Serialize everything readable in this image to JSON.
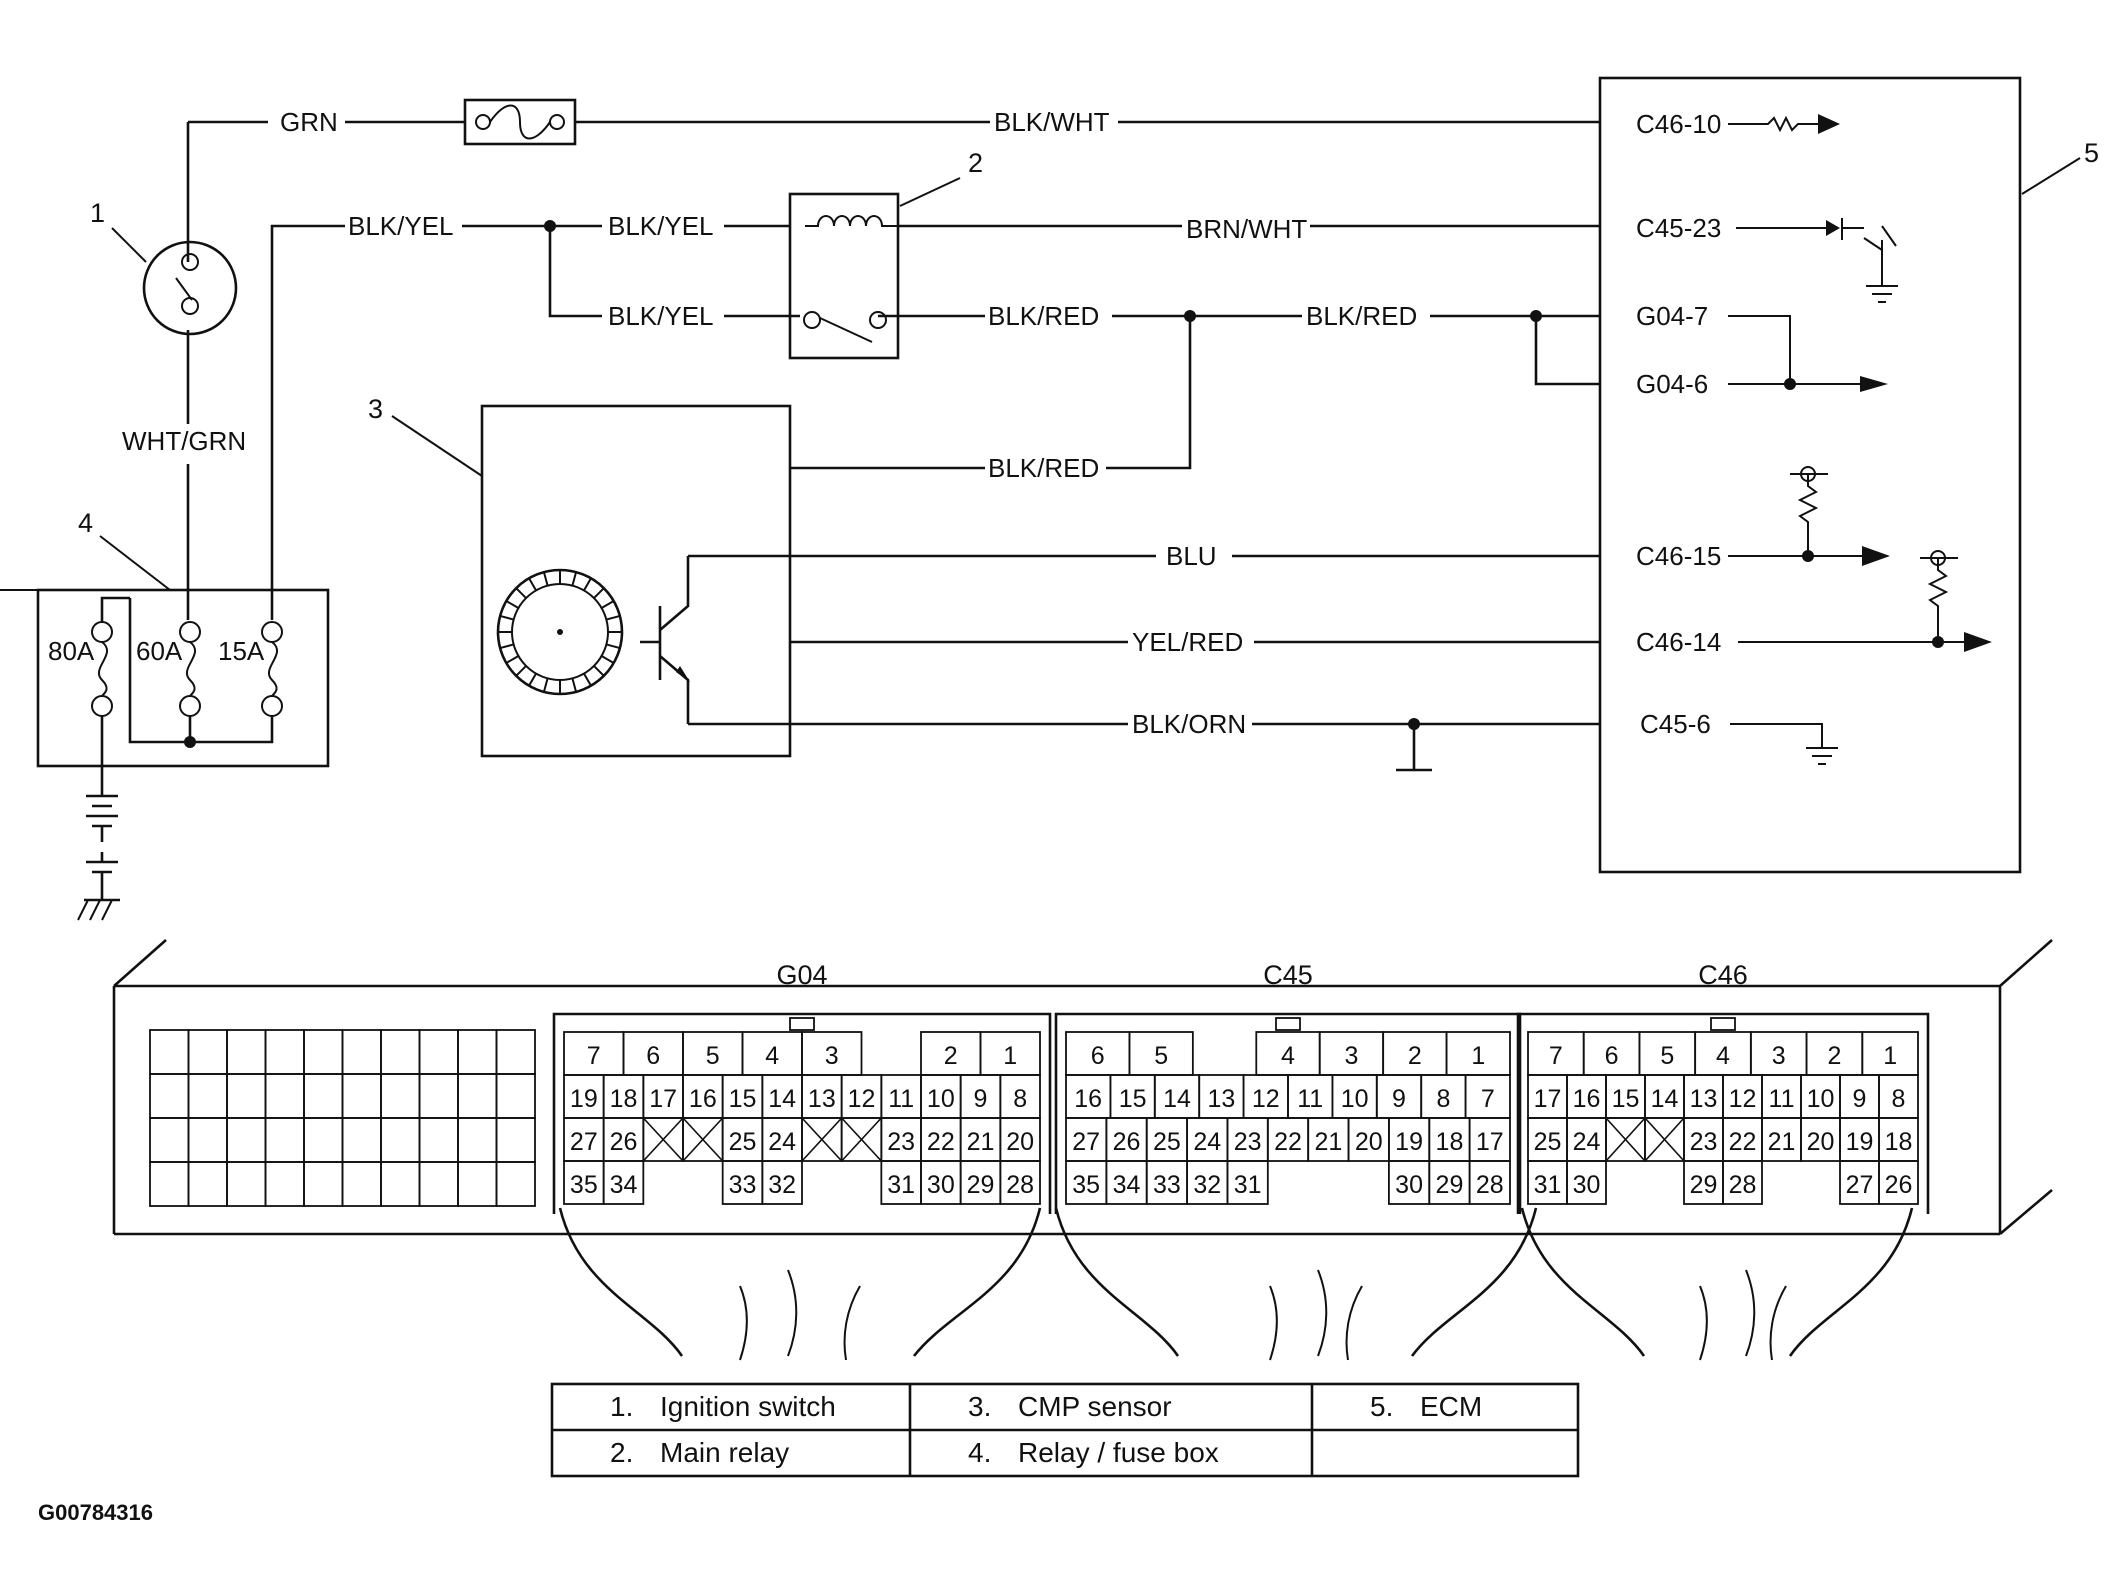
{
  "component_numbers": [
    "1",
    "2",
    "3",
    "4",
    "5"
  ],
  "wires": {
    "grn": "GRN",
    "blk_wht": "BLK/WHT",
    "blk_yel_1": "BLK/YEL",
    "blk_yel_2": "BLK/YEL",
    "blk_yel_3": "BLK/YEL",
    "brn_wht": "BRN/WHT",
    "blk_red_1": "BLK/RED",
    "blk_red_2": "BLK/RED",
    "blk_red_3": "BLK/RED",
    "wht_grn": "WHT/GRN",
    "blu": "BLU",
    "yel_red": "YEL/RED",
    "blk_orn": "BLK/ORN"
  },
  "fuses": [
    "80A",
    "60A",
    "15A"
  ],
  "ecm_terminals": [
    "C46-10",
    "C45-23",
    "G04-7",
    "G04-6",
    "C46-15",
    "C46-14",
    "C45-6"
  ],
  "connectors": [
    {
      "name": "G04",
      "rows": [
        [
          "7",
          "6",
          "5",
          "4",
          "3",
          "",
          "2",
          "1"
        ],
        [
          "19",
          "18",
          "17",
          "16",
          "15",
          "14",
          "13",
          "12",
          "11",
          "10",
          "9",
          "8"
        ],
        [
          "27",
          "26",
          "X",
          "X",
          "25",
          "24",
          "X",
          "X",
          "23",
          "22",
          "21",
          "20"
        ],
        [
          "35",
          "34",
          "",
          "",
          "33",
          "32",
          "",
          "",
          "31",
          "30",
          "29",
          "28"
        ]
      ]
    },
    {
      "name": "C45",
      "rows": [
        [
          "6",
          "5",
          "",
          "4",
          "3",
          "2",
          "1"
        ],
        [
          "16",
          "15",
          "14",
          "13",
          "12",
          "11",
          "10",
          "9",
          "8",
          "7"
        ],
        [
          "27",
          "26",
          "25",
          "24",
          "23",
          "22",
          "21",
          "20",
          "19",
          "18",
          "17"
        ],
        [
          "35",
          "34",
          "33",
          "32",
          "31",
          "",
          "",
          "",
          "30",
          "29",
          "28"
        ]
      ]
    },
    {
      "name": "C46",
      "rows": [
        [
          "7",
          "6",
          "5",
          "4",
          "3",
          "2",
          "1"
        ],
        [
          "17",
          "16",
          "15",
          "14",
          "13",
          "12",
          "11",
          "10",
          "9",
          "8"
        ],
        [
          "25",
          "24",
          "X",
          "X",
          "23",
          "22",
          "21",
          "20",
          "19",
          "18"
        ],
        [
          "31",
          "30",
          "",
          "",
          "29",
          "28",
          "",
          "",
          "27",
          "26"
        ]
      ]
    }
  ],
  "legend": [
    [
      "1.",
      "Ignition switch"
    ],
    [
      "2.",
      "Main relay"
    ],
    [
      "3.",
      "CMP sensor"
    ],
    [
      "4.",
      "Relay / fuse box"
    ],
    [
      "5.",
      "ECM"
    ]
  ],
  "figure_id": "G00784316"
}
